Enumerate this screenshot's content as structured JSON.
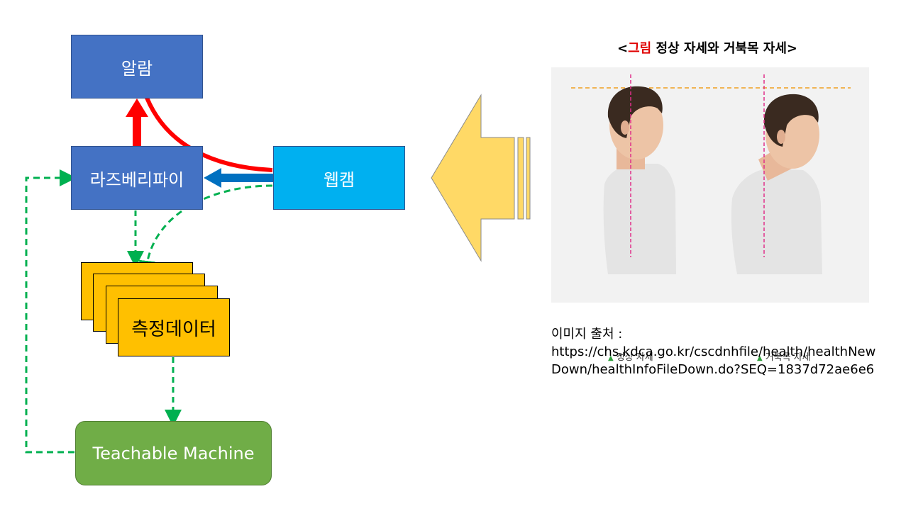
{
  "nodes": {
    "alarm": "알람",
    "raspberry_pi": "라즈베리파이",
    "webcam": "웹캠",
    "measurement_data": "측정데이터",
    "teachable_machine": "Teachable Machine"
  },
  "figure": {
    "title_prefix": "<",
    "title_highlight": "그림",
    "title_rest": " 정상 자세와 거북목 자세>",
    "caption_normal": "정상 자세",
    "caption_turtle": "거북목 자세"
  },
  "source": {
    "label": "이미지 출처 :",
    "url": "https://chs.kdca.go.kr/cscdnhfile/health/healthNewDown/healthInfoFileDown.do?SEQ=1837d72ae6e6"
  },
  "colors": {
    "node_blue": "#4472C4",
    "webcam_blue": "#00B0F0",
    "data_orange": "#FFC000",
    "tm_green": "#70AD47",
    "arrow_red": "#FF0000",
    "arrow_blue": "#0070C0",
    "dashed_green": "#00B050",
    "big_arrow_yellow": "#FFD966"
  }
}
